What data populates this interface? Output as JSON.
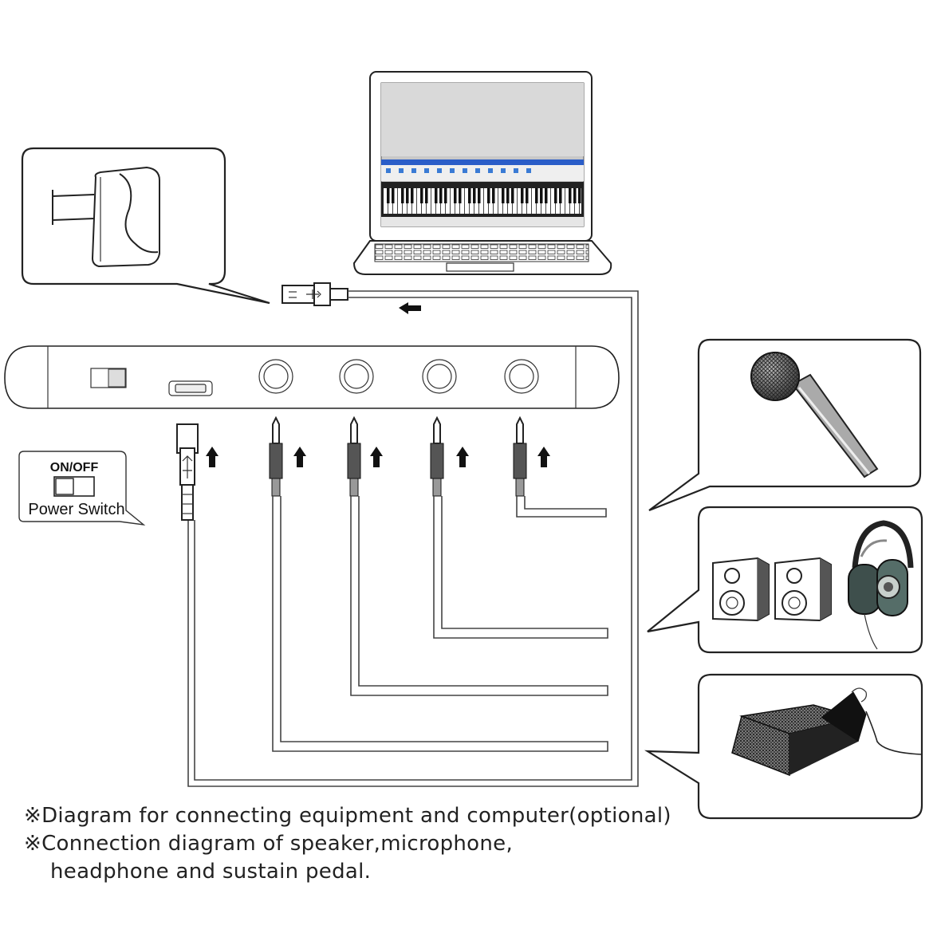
{
  "switch_callout": {
    "title": "ON/OFF",
    "caption": "Power Switch"
  },
  "notes": {
    "line1": "※Diagram for connecting equipment and computer(optional)",
    "line2": "※Connection diagram of speaker,microphone,",
    "line3": "headphone and sustain pedal."
  },
  "icons": {
    "adapter": "power-adapter-icon",
    "laptop": "laptop-icon",
    "microphone": "microphone-icon",
    "speakers": "speaker-icon",
    "headphones": "headphones-icon",
    "pedal": "sustain-pedal-icon",
    "usb": "usb-icon"
  },
  "colors": {
    "line": "#222222",
    "screen": "#c8c8c8",
    "title_bar": "#2a5dc8"
  }
}
